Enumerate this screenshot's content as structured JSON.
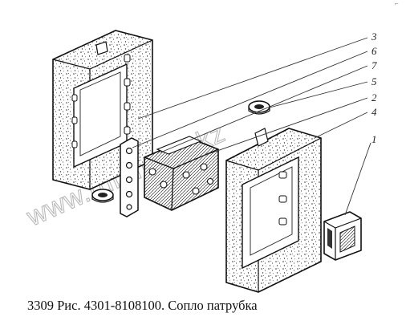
{
  "figure": {
    "caption": "3309 Рис. 4301-8108100. Сопло патрубка",
    "watermark": "www.rubmotor.kz",
    "corner_mark": "⌐"
  },
  "callouts": [
    {
      "id": "label-3",
      "text": "3"
    },
    {
      "id": "label-6",
      "text": "6"
    },
    {
      "id": "label-7",
      "text": "7"
    },
    {
      "id": "label-5",
      "text": "5"
    },
    {
      "id": "label-2",
      "text": "2"
    },
    {
      "id": "label-4",
      "text": "4"
    },
    {
      "id": "label-1",
      "text": "1"
    }
  ]
}
